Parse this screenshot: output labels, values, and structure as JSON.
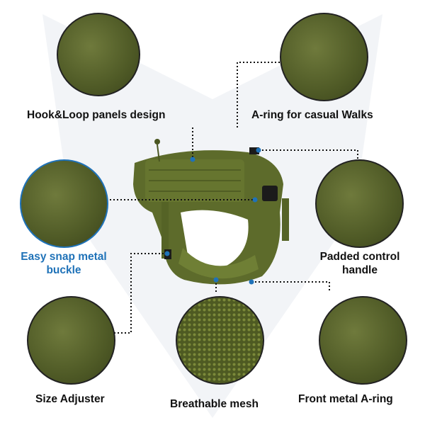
{
  "features": {
    "hook_loop": "Hook&Loop panels design",
    "a_ring_casual": "A-ring for casual Walks",
    "snap_buckle_line1": "Easy snap metal",
    "snap_buckle_line2": "buckle",
    "handle_line1": "Padded control",
    "handle_line2": "handle",
    "size_adjuster": "Size Adjuster",
    "mesh": "Breathable mesh",
    "front_ring": "Front metal A-ring"
  },
  "colors": {
    "accent_blue": "#1f72b8",
    "olive": "#5b6a2a",
    "text": "#111111"
  }
}
